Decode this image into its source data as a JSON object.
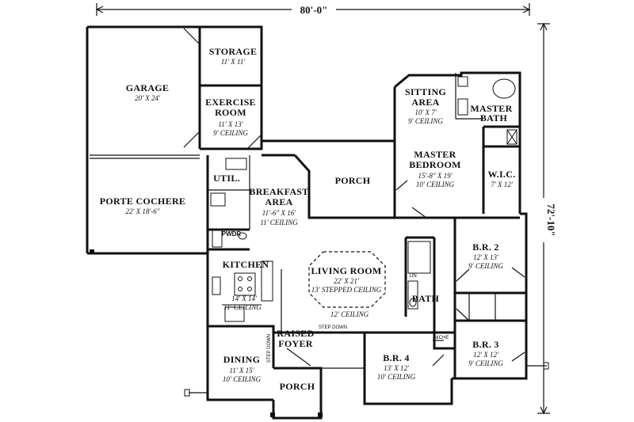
{
  "overall": {
    "width": "80'-0\"",
    "depth": "72'-10\""
  },
  "rooms": {
    "garage": {
      "name": "GARAGE",
      "size": "20' X 24'"
    },
    "storage": {
      "name": "STORAGE",
      "size": "11' X 11'"
    },
    "exercise": {
      "name1": "EXERCISE",
      "name2": "ROOM",
      "size": "11' X 13'",
      "ceiling": "9' CEILING"
    },
    "porte_cochere": {
      "name": "PORTE COCHERE",
      "size": "22' X 18'-6\""
    },
    "util": {
      "name": "UTIL."
    },
    "breakfast": {
      "name1": "BREAKFAST",
      "name2": "AREA",
      "size": "11'-6\" X 16'",
      "ceiling": "11' CEILING"
    },
    "porch_rear": {
      "name": "PORCH"
    },
    "sitting": {
      "name1": "SITTING",
      "name2": "AREA",
      "size": "10' X 7'",
      "ceiling": "9' CEILING"
    },
    "master_bath": {
      "name1": "MASTER",
      "name2": "BATH"
    },
    "master_bedroom": {
      "name1": "MASTER",
      "name2": "BEDROOM",
      "size": "15'-8\" X 19'",
      "ceiling": "10' CEILING"
    },
    "wic": {
      "name": "W.I.C.",
      "size": "7' X 12'"
    },
    "pwdr": {
      "name": "PWDR"
    },
    "kitchen": {
      "name": "KITCHEN",
      "size": "14' X 14'",
      "ceiling": "11' CEILING"
    },
    "living": {
      "name": "LIVING ROOM",
      "size": "22' X 21'",
      "ceiling": "13' STEPPED CEILING"
    },
    "living_lower": {
      "ceiling": "12' CEILING"
    },
    "bath": {
      "name": "BATH"
    },
    "br2": {
      "name": "B.R. 2",
      "size": "12' X 13'",
      "ceiling": "9' CEILING"
    },
    "br3": {
      "name": "B.R. 3",
      "size": "12' X 12'",
      "ceiling": "9' CEILING"
    },
    "br4": {
      "name": "B.R. 4",
      "size": "13' X 12'",
      "ceiling": "10' CEILING"
    },
    "raised_foyer": {
      "name1": "RAISED",
      "name2": "FOYER"
    },
    "dining": {
      "name": "DINING",
      "size": "11' X 15'",
      "ceiling": "10' CEILING"
    },
    "porch_front": {
      "name": "PORCH"
    }
  },
  "notes": {
    "step_down_1": "STEP DOWN",
    "step_down_2": "STEP DOWN",
    "niche": "NICHE",
    "lin": "LIN"
  }
}
